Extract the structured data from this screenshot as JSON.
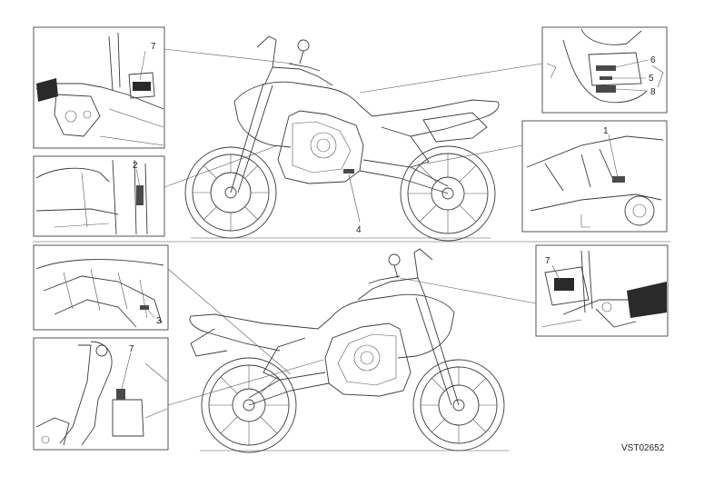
{
  "reference_code": "VST02652",
  "callouts": {
    "c1": "1",
    "c2": "2",
    "c3": "3",
    "c4": "4",
    "c5": "5",
    "c6": "6",
    "c7a": "7",
    "c7b": "7",
    "c7c": "7",
    "c8": "8"
  },
  "colors": {
    "line": "#3a3a3a",
    "label_fill": "#4a4a4a",
    "background": "#ffffff"
  }
}
